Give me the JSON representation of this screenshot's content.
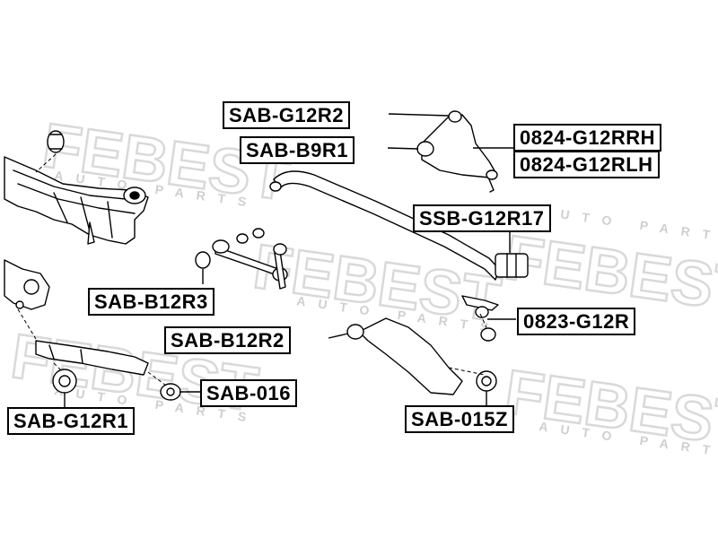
{
  "watermark": {
    "brand": "FEBEST",
    "sub": "AUTO PARTS",
    "color": "#dadada"
  },
  "labels": {
    "sab_g12r2": "SAB-G12R2",
    "sab_b9r1": "SAB-B9R1",
    "p0824_g12rrh": "0824-G12RRH",
    "p0824_g12rlh": "0824-G12RLH",
    "ssb_g12r17": "SSB-G12R17",
    "sab_b12r3": "SAB-B12R3",
    "p0823_g12r": "0823-G12R",
    "sab_b12r2": "SAB-B12R2",
    "sab_016": "SAB-016",
    "sab_015z": "SAB-015Z",
    "sab_g12r1": "SAB-G12R1"
  }
}
